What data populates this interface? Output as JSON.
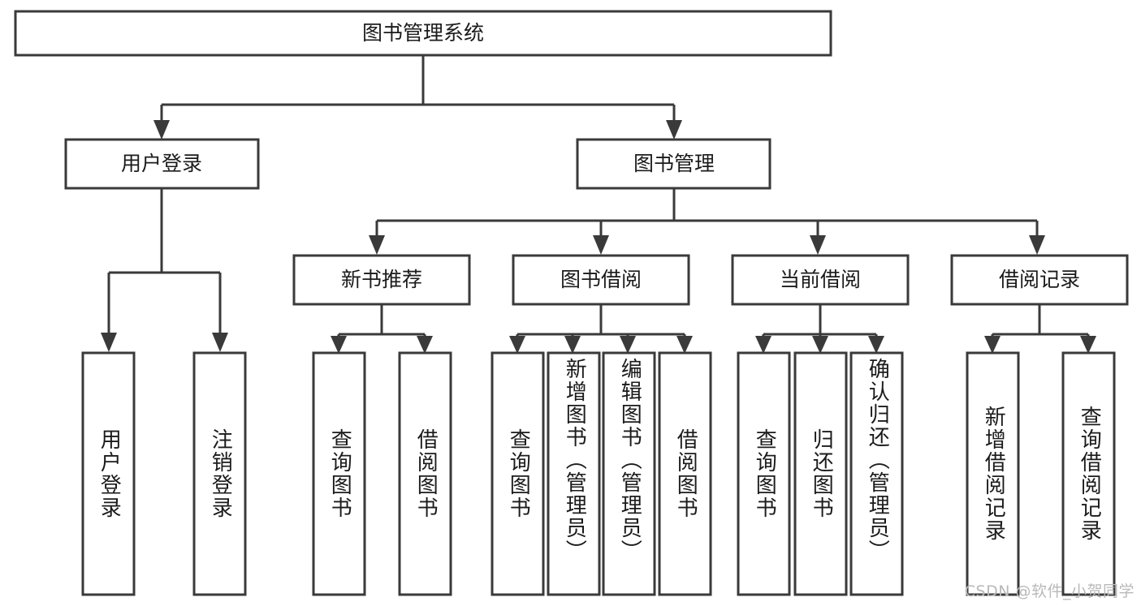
{
  "diagram": {
    "title": "图书管理系统",
    "type": "tree",
    "root": {
      "label": "图书管理系统",
      "level": 0
    },
    "level2": [
      {
        "label": "用户登录"
      },
      {
        "label": "图书管理"
      }
    ],
    "level3": [
      {
        "label": "新书推荐"
      },
      {
        "label": "图书借阅"
      },
      {
        "label": "当前借阅"
      },
      {
        "label": "借阅记录"
      }
    ],
    "leaves": {
      "user_login": [
        {
          "label": "用户登录"
        },
        {
          "label": "注销登录"
        }
      ],
      "new_book_recommend": [
        {
          "label": "查询图书"
        },
        {
          "label": "借阅图书"
        }
      ],
      "book_borrow": [
        {
          "label": "查询图书"
        },
        {
          "label": "新增图书（管理员）"
        },
        {
          "label": "编辑图书（管理员）"
        },
        {
          "label": "借阅图书"
        }
      ],
      "current_borrow": [
        {
          "label": "查询图书"
        },
        {
          "label": "归还图书"
        },
        {
          "label": "确认归还（管理员）"
        }
      ],
      "borrow_record": [
        {
          "label": "新增借阅记录"
        },
        {
          "label": "查询借阅记录"
        }
      ]
    }
  },
  "watermark": {
    "text": "CSDN @软件_小贺同学"
  },
  "colors": {
    "stroke": "#3a3a3a",
    "box_fill": "#ffffff",
    "text": "#1b1b1b",
    "watermark": "#b9b9b9",
    "background": "#ffffff"
  }
}
